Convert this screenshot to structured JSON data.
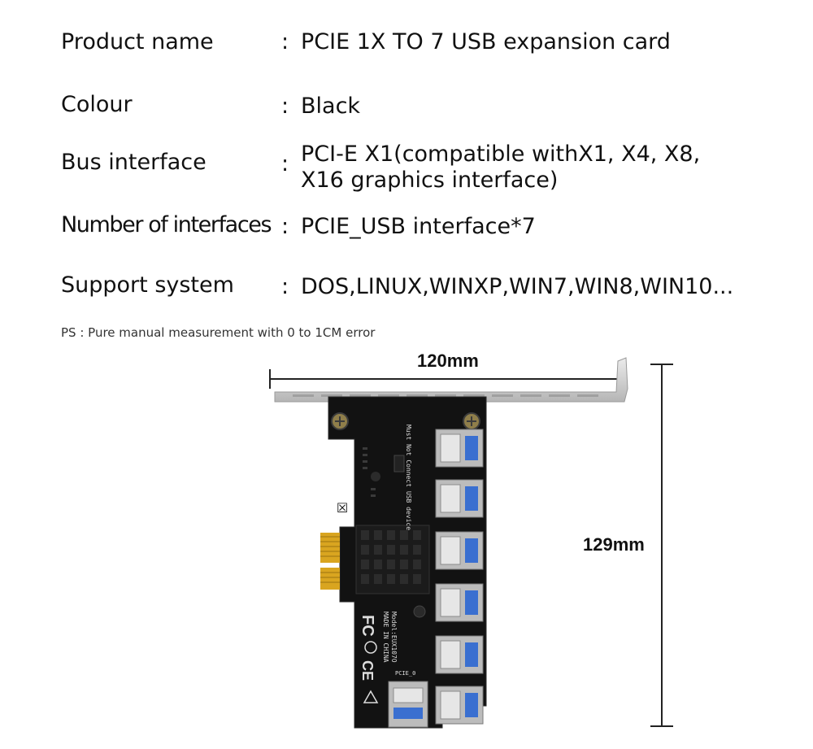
{
  "specs": [
    {
      "label": "Product name",
      "colon": ":",
      "value": "PCIE 1X TO 7 USB expansion card"
    },
    {
      "label": "Colour",
      "colon": ":",
      "value": "Black"
    },
    {
      "label": "Bus interface",
      "colon": ":",
      "value": "PCI-E X1(compatible withX1, X4, X8,",
      "value_line2": "X16 graphics interface)"
    },
    {
      "label": "Number of interfaces",
      "colon": ":",
      "value": "PCIE_USB interface*7"
    },
    {
      "label": "Support system",
      "colon": ":",
      "value": "DOS,LINUX,WINXP,WIN7,WIN8,WIN10..."
    }
  ],
  "note": "PS : Pure manual measurement with 0 to 1CM error",
  "dimensions": {
    "width_label": "120mm",
    "height_label": "129mm"
  },
  "board": {
    "warning_text": "Must Not Connect USB device",
    "model_text": "Model:EUX107O",
    "made_in_text": "MADE IN CHINA",
    "fc_mark": "FC",
    "ce_mark": "CE",
    "port_label": "PCIE_0",
    "colors": {
      "pcb": "#121212",
      "bracket": "#d3d3d3",
      "gold": "#d9a520",
      "port_metal": "#bcbcbc",
      "usb_blue": "#3a6fd0"
    }
  }
}
